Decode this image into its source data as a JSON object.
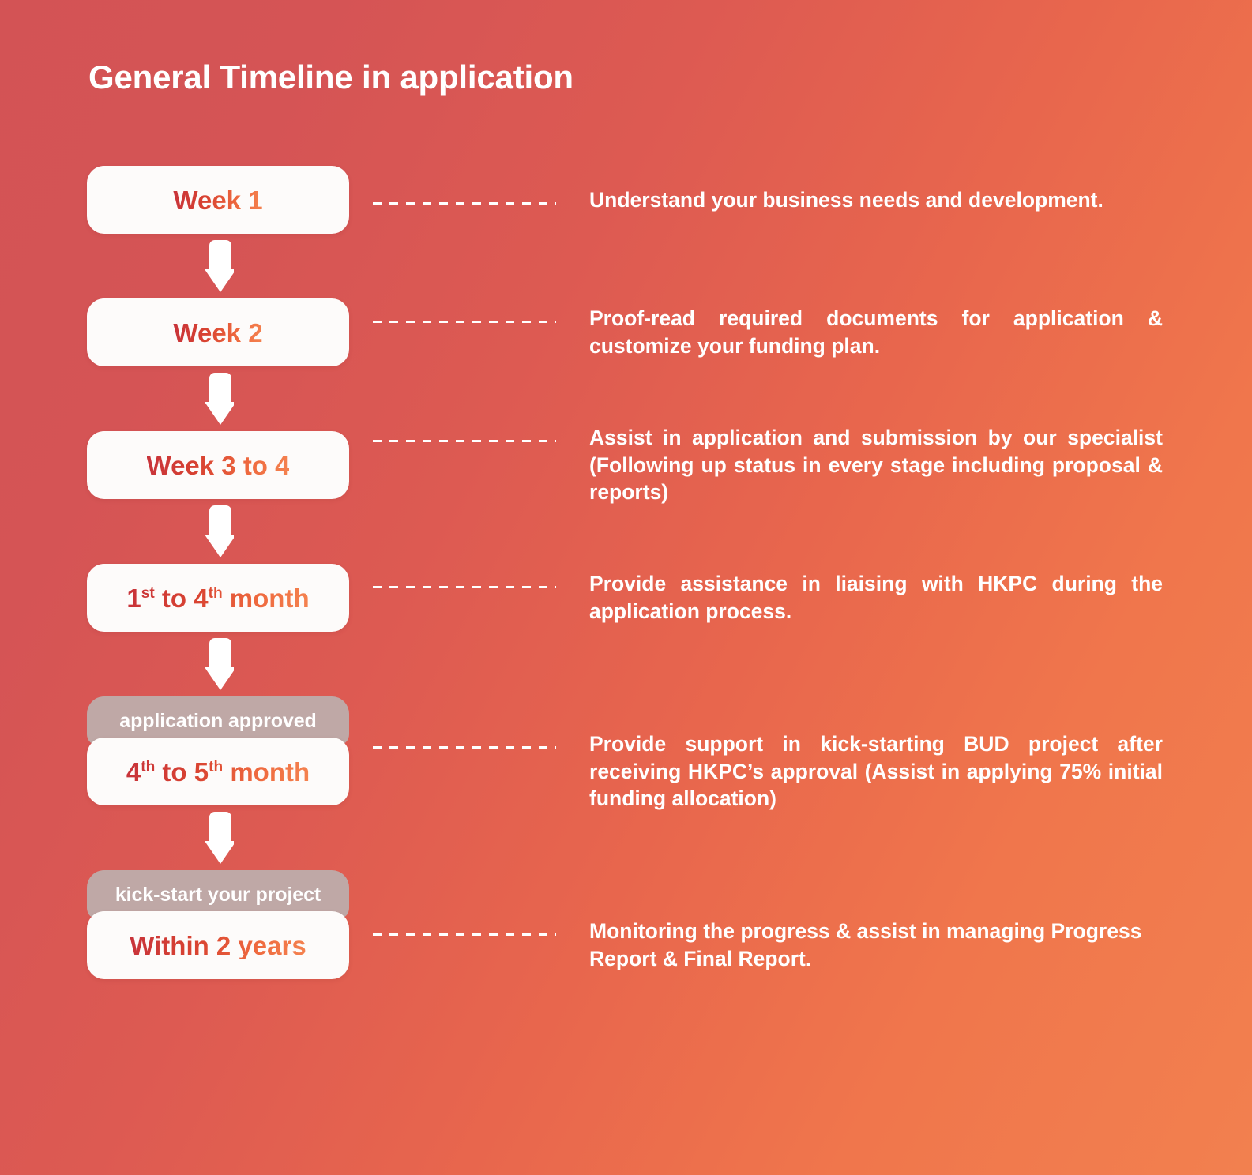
{
  "page": {
    "title": "General Timeline in application",
    "background_gradient_from": "#d35355",
    "background_gradient_to": "#f2804f",
    "accent_text_from": "#c8333a",
    "accent_text_to": "#f4824f",
    "pill_background": "#fdfbfa",
    "badge_background": "#bfa8a6",
    "dash_color": "#ffffff",
    "text_color": "#ffffff"
  },
  "steps": [
    {
      "badge": null,
      "label_html": "Week 1",
      "label_plain": "Week 1",
      "description": "Understand your business needs and development.",
      "justify": false
    },
    {
      "badge": null,
      "label_html": "Week 2",
      "label_plain": "Week 2",
      "description": "Proof-read required documents for application & customize your funding plan.",
      "justify": true
    },
    {
      "badge": null,
      "label_html": "Week 3 to 4",
      "label_plain": "Week 3 to 4",
      "description": "Assist in application and submission by our specialist (Following up status in every stage including proposal & reports)",
      "justify": true
    },
    {
      "badge": null,
      "label_html": "1<sup>st</sup> to 4<sup>th</sup> month",
      "label_plain": "1st to 4th month",
      "description": "Provide assistance in liaising with HKPC during the application process.",
      "justify": true
    },
    {
      "badge": "application approved",
      "label_html": "4<sup>th</sup> to 5<sup>th</sup> month",
      "label_plain": "4th to 5th month",
      "description": "Provide support in kick-starting BUD project after receiving HKPC’s approval (Assist in applying 75% initial funding allocation)",
      "justify": true
    },
    {
      "badge": "kick-start your project",
      "label_html": "Within 2 years",
      "label_plain": "Within 2 years",
      "description": "Monitoring the progress & assist in managing Progress Report & Final Report.",
      "justify": false
    }
  ],
  "arrows": {
    "count": 5,
    "icon": "arrow-down-icon"
  }
}
